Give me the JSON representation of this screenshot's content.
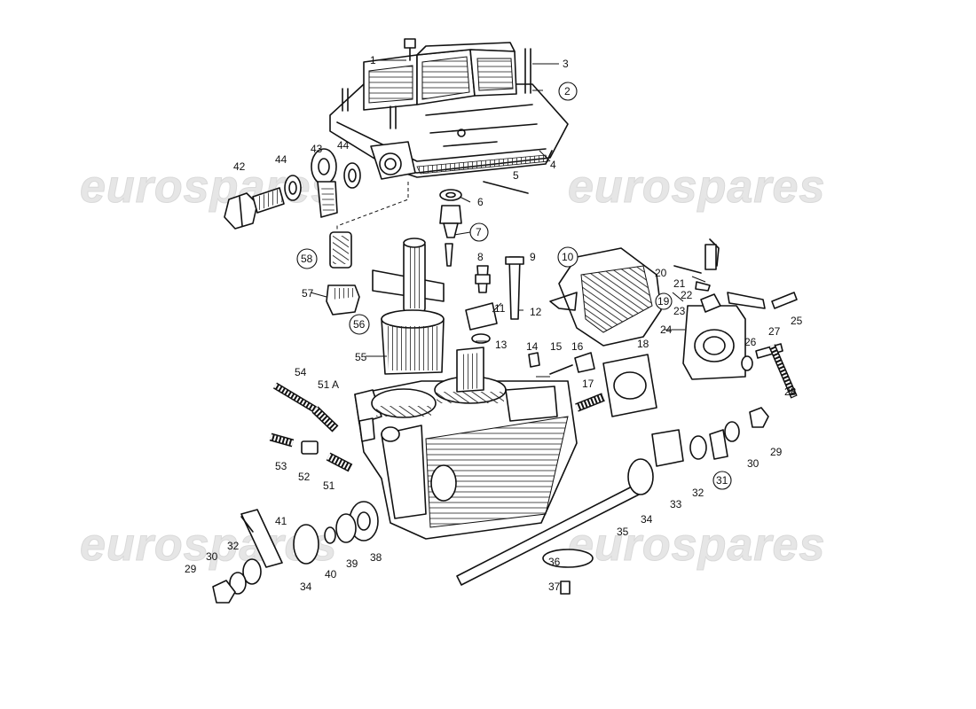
{
  "watermark": "eurospares",
  "callouts": [
    "1",
    "2",
    "3",
    "4",
    "5",
    "6",
    "7",
    "8",
    "9",
    "10",
    "11",
    "12",
    "13",
    "14",
    "15",
    "16",
    "17",
    "18",
    "19",
    "20",
    "21",
    "22",
    "23",
    "24",
    "25",
    "26",
    "27",
    "28",
    "29",
    "30",
    "31",
    "32",
    "33",
    "34",
    "35",
    "36",
    "37",
    "38",
    "39",
    "40",
    "41",
    "42",
    "43",
    "44",
    "51",
    "51 A",
    "52",
    "53",
    "54",
    "55",
    "56",
    "57",
    "58"
  ],
  "circled_callouts": [
    "2",
    "7",
    "10",
    "19",
    "31",
    "56",
    "58"
  ]
}
